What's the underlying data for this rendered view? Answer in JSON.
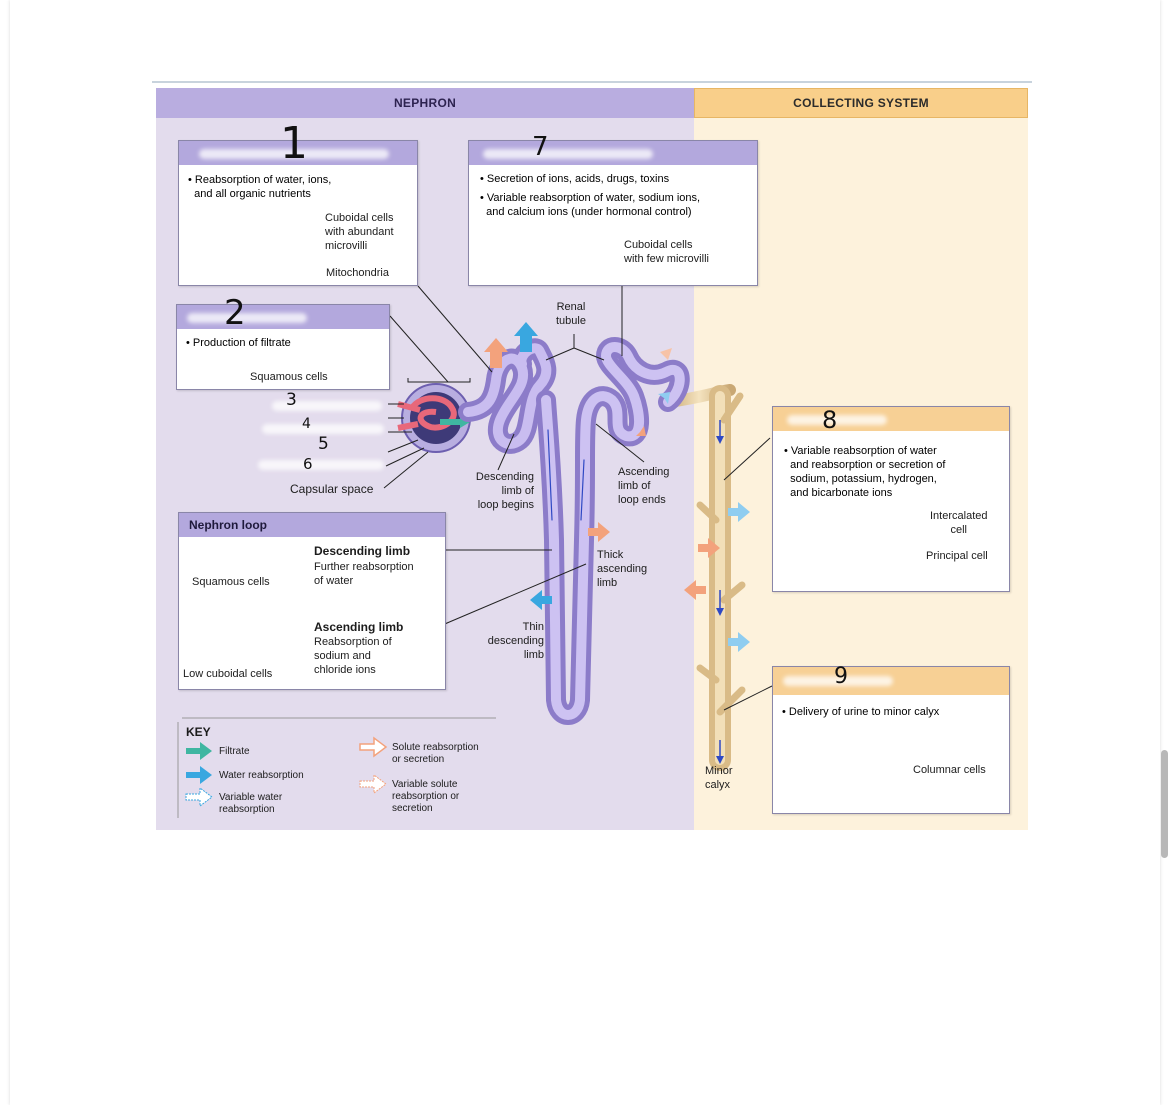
{
  "headers": {
    "nephron": "NEPHRON",
    "collecting": "COLLECTING SYSTEM"
  },
  "handwritten": {
    "n1": "1",
    "n2": "2",
    "n3": "3",
    "n4": "4",
    "n5": "5",
    "n6": "6",
    "n7": "7",
    "n8": "8",
    "n9": "9"
  },
  "pct_box": {
    "bullet": "• Reabsorption of water, ions,\n  and all organic nutrients",
    "cells": "Cuboidal cells\nwith abundant\nmicrovilli",
    "mito": "Mitochondria"
  },
  "dct_box": {
    "bullet1": "• Secretion of ions, acids, drugs, toxins",
    "bullet2": "• Variable reabsorption of water, sodium ions,\n  and calcium ions (under hormonal control)",
    "cells": "Cuboidal cells\nwith few microvilli"
  },
  "glom_box": {
    "bullet": "• Production of filtrate",
    "cells": "Squamous cells"
  },
  "renal_corpuscle_labels": {
    "capsular_space": "Capsular space"
  },
  "tubule_labels": {
    "renal_tubule": "Renal\ntubule",
    "descending_begins": "Descending\nlimb of\nloop begins",
    "ascending_ends": "Ascending\nlimb of\nloop ends",
    "thick_ascending": "Thick\nascending\nlimb",
    "thin_descending": "Thin\ndescending\nlimb"
  },
  "loop_box": {
    "title": "Nephron loop",
    "desc_title": "Descending limb",
    "desc_text": "Further reabsorption\nof water",
    "desc_cells": "Squamous cells",
    "asc_title": "Ascending limb",
    "asc_text": "Reabsorption of\nsodium and\nchloride ions",
    "asc_cells": "Low cuboidal cells"
  },
  "collect_box": {
    "bullet": "• Variable reabsorption of water\n  and reabsorption or secretion of\n  sodium, potassium, hydrogen,\n  and bicarbonate ions",
    "intercalated": "Intercalated\ncell",
    "principal": "Principal cell"
  },
  "papillary_box": {
    "bullet": "• Delivery of urine to minor calyx",
    "cells": "Columnar cells"
  },
  "minor_calyx": "Minor\ncalyx",
  "key": {
    "title": "KEY",
    "filtrate": "Filtrate",
    "water": "Water reabsorption",
    "var_water": "Variable water\nreabsorption",
    "solute": "Solute reabsorption\nor secretion",
    "var_solute": "Variable solute\nreabsorption or\nsecretion"
  },
  "colors": {
    "nephron_bg": "#e3dced",
    "collect_bg": "#fdf2dc",
    "filtrate": "#3fb6a1",
    "water": "#39a7e0",
    "solute": "#f3a27c",
    "tubule": "#b6a8e0",
    "duct": "#e9d2a6"
  }
}
